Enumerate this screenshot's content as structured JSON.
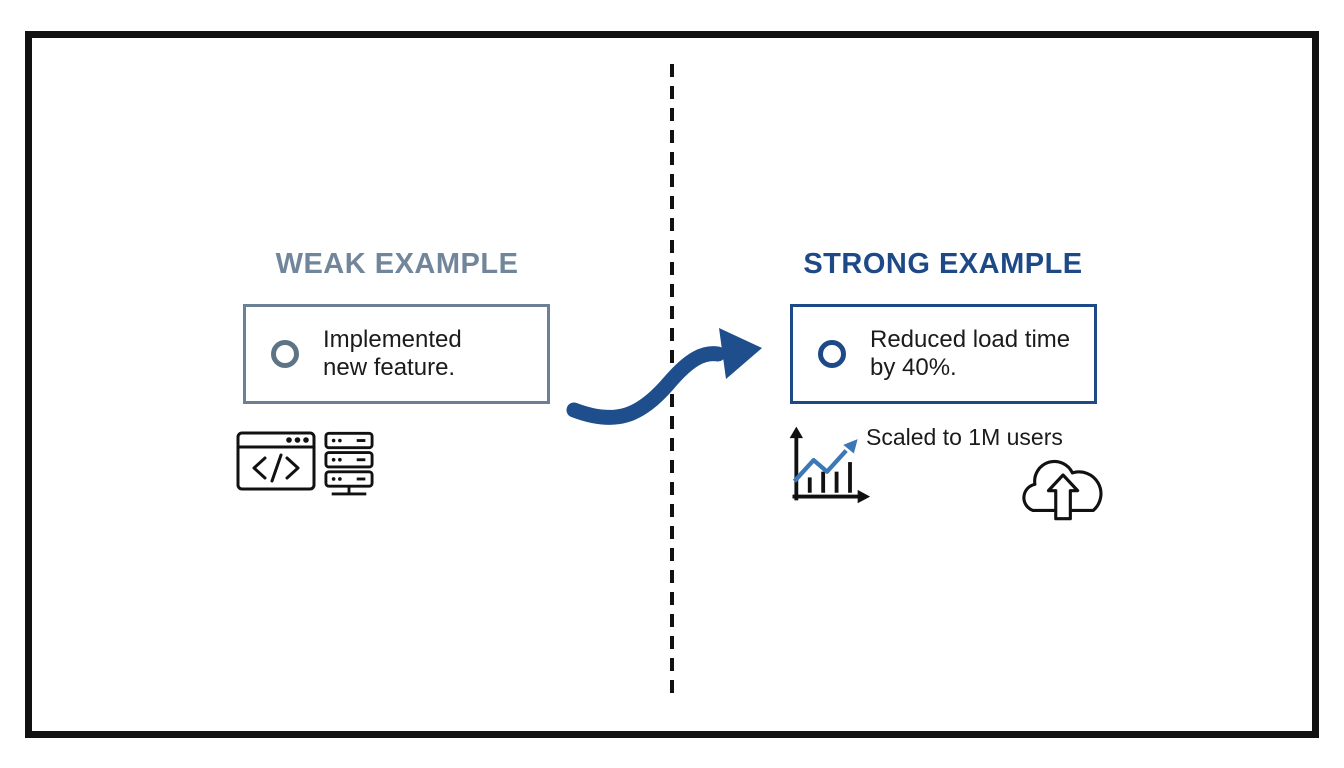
{
  "left": {
    "heading": "WEAK EXAMPLE",
    "bullet_text": "Implemented\nnew feature."
  },
  "right": {
    "heading": "STRONG EXAMPLE",
    "bullet_text": "Reduced load time\nby 40%.",
    "caption": "Scaled to 1M users"
  },
  "icons": {
    "left": [
      "code-window-icon",
      "server-stack-icon"
    ],
    "center": [
      "s-curve-arrow-icon"
    ],
    "right": [
      "growth-chart-icon",
      "cloud-upload-icon"
    ]
  },
  "colors": {
    "weak_heading": "#72869B",
    "weak_border": "#6B8094",
    "weak_ring": "#5D7487",
    "strong_heading": "#1D4A87",
    "strong_border": "#1D4A87",
    "arrow": "#1F4E8C",
    "trend_line": "#3B78B5",
    "ink": "#1B1B1B",
    "frame": "#111111",
    "background": "#FFFFFF"
  }
}
